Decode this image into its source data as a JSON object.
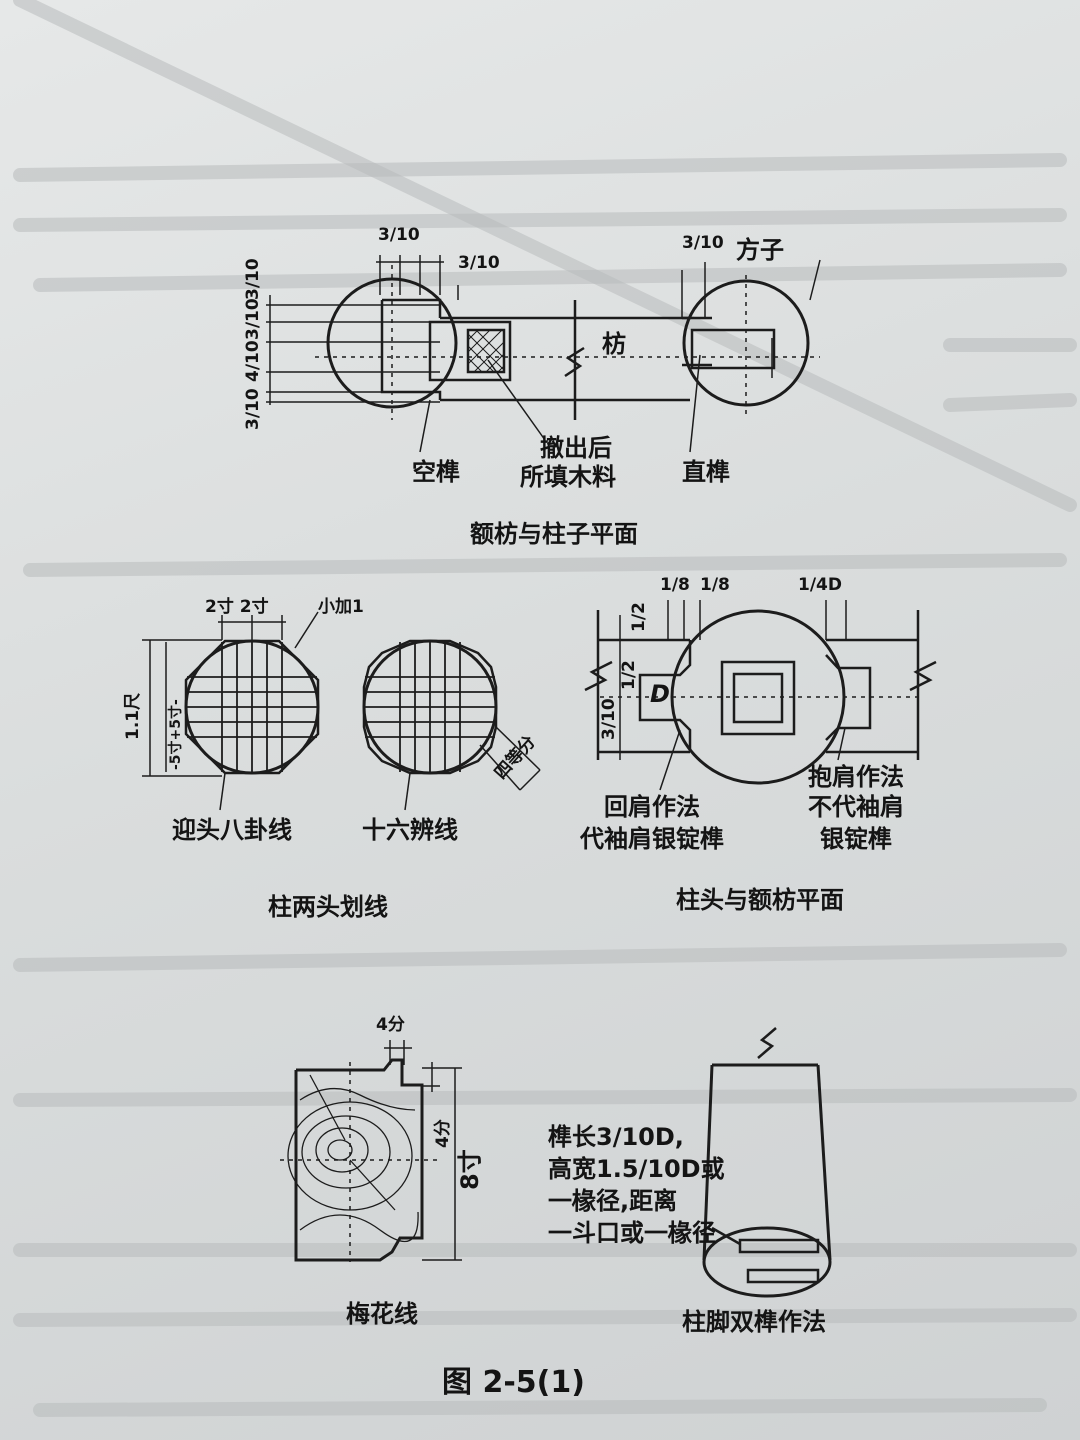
{
  "figure": {
    "caption": "图 2-5(1)",
    "panels": [
      {
        "id": "beam_column_plan",
        "caption": "额枋与柱子平面",
        "labels": {
          "empty_tenon": "空榫",
          "filled_1": "撤出后",
          "filled_2": "所填木料",
          "straight_tenon": "直榫",
          "fang": "枋",
          "square_core": "方子",
          "dims": [
            "3/10",
            "3/10",
            "3/10",
            "3/10",
            "4/10",
            "3/10",
            "3/10"
          ]
        }
      },
      {
        "id": "column_end_lines",
        "caption": "柱两头划线",
        "labels": {
          "top_dims": "2寸 2寸",
          "small_add": "小加1",
          "left_dim": "1.1尺",
          "half_dims": "-5寸+5寸-",
          "octagon": "迎头八卦线",
          "sixteen": "十六辨线",
          "four_equal": "四等分"
        }
      },
      {
        "id": "capital_beam_plan",
        "caption": "柱头与额枋平面",
        "labels": {
          "return_1": "回肩作法",
          "return_2": "代袖肩银锭榫",
          "hold_1": "抱肩作法",
          "hold_2": "不代袖肩",
          "hold_3": "银锭榫",
          "dims_top": [
            "1/8",
            "1/8",
            "1/2"
          ],
          "quarter_d": "1/4D",
          "half_d": "1/2",
          "d": "D",
          "three_tenths": "3/10"
        }
      },
      {
        "id": "plum_lines",
        "caption": "梅花线",
        "labels": {
          "top": "4分",
          "side": "4分",
          "height": "8寸"
        }
      },
      {
        "id": "double_tenon",
        "caption": "柱脚双榫作法",
        "notes": [
          "榫长3/10D,",
          "高宽1.5/10D或",
          "一椽径,距离",
          "一斗口或一椽径"
        ]
      }
    ]
  }
}
